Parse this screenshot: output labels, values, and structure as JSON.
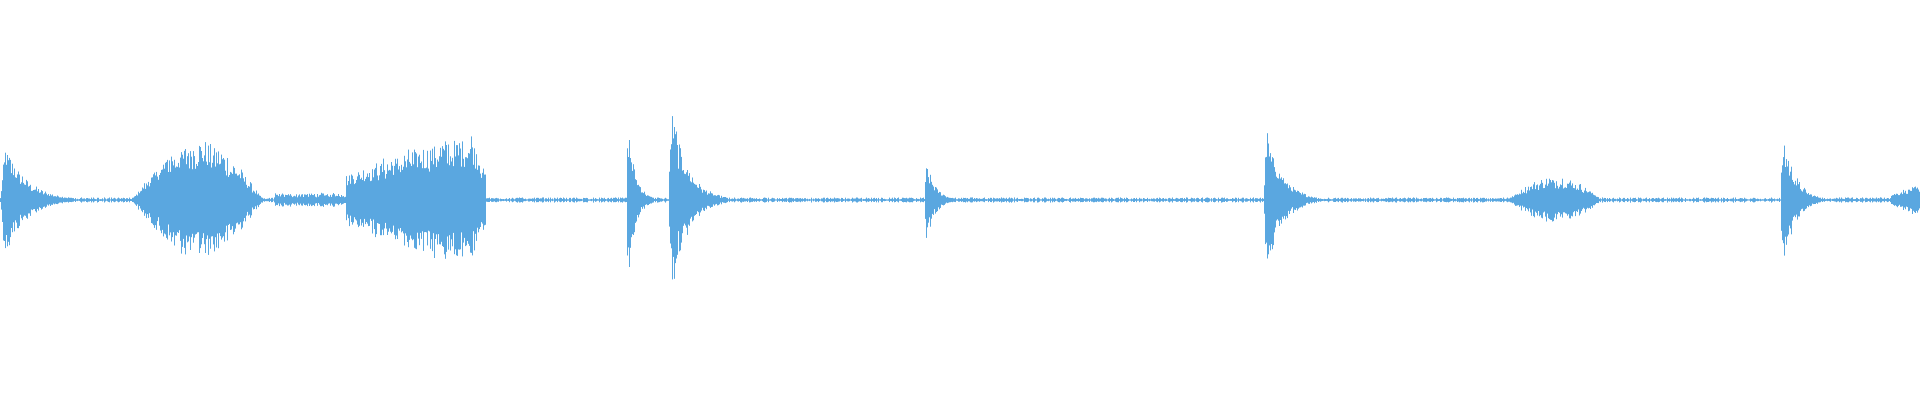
{
  "waveform": {
    "color": "#5aa7e0",
    "background": "#ffffff",
    "segments": [
      {
        "start": 0.0,
        "end": 0.05,
        "peak": 0.36,
        "shape": "decay"
      },
      {
        "start": 0.068,
        "end": 0.137,
        "peak": 0.3,
        "shape": "swell"
      },
      {
        "start": 0.143,
        "end": 0.18,
        "peak": 0.04,
        "shape": "flat"
      },
      {
        "start": 0.18,
        "end": 0.253,
        "peak": 0.36,
        "shape": "ramp"
      },
      {
        "start": 0.326,
        "end": 0.343,
        "peak": 0.54,
        "shape": "decay"
      },
      {
        "start": 0.348,
        "end": 0.385,
        "peak": 0.6,
        "shape": "decay"
      },
      {
        "start": 0.481,
        "end": 0.503,
        "peak": 0.25,
        "shape": "decay"
      },
      {
        "start": 0.658,
        "end": 0.695,
        "peak": 0.45,
        "shape": "decay"
      },
      {
        "start": 0.785,
        "end": 0.835,
        "peak": 0.12,
        "shape": "swell"
      },
      {
        "start": 0.927,
        "end": 0.955,
        "peak": 0.44,
        "shape": "decay"
      },
      {
        "start": 0.985,
        "end": 1.0,
        "peak": 0.08,
        "shape": "ramp"
      }
    ],
    "baseline_noise": 0.01
  }
}
